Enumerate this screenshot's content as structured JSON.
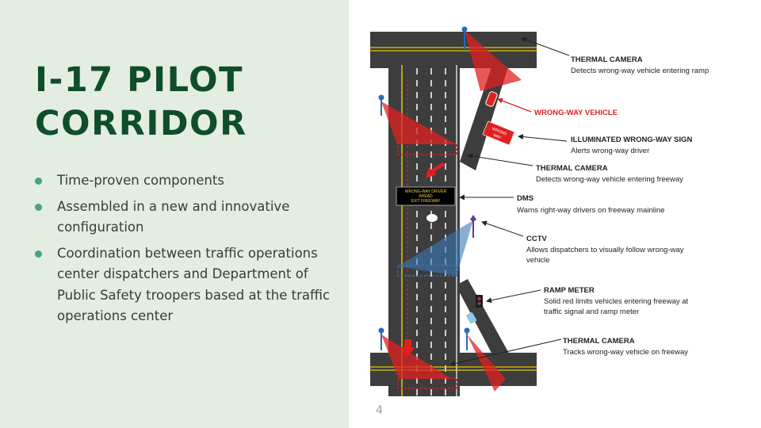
{
  "slide": {
    "title_lines": [
      "I-17 PILOT",
      "CORRIDOR"
    ],
    "bullets": [
      "Time-proven components",
      "Assembled in a new and innovative configuration",
      "Coordination between traffic operations center dispatchers and Department of Public Safety troopers based at the traffic operations center"
    ],
    "page_number": "4"
  },
  "diagram": {
    "labels": [
      {
        "title": "THERMAL CAMERA",
        "desc": [
          "Detects wrong-way vehicle entering ramp"
        ]
      },
      {
        "title": "WRONG-WAY VEHICLE",
        "desc": []
      },
      {
        "title": "ILLUMINATED WRONG-WAY SIGN",
        "desc": [
          "Alerts wrong-way driver"
        ]
      },
      {
        "title": "THERMAL CAMERA",
        "desc": [
          "Detects wrong-way vehicle entering freeway"
        ]
      },
      {
        "title": "DMS",
        "desc": [
          "Warns right-way drivers on freeway mainline"
        ]
      },
      {
        "title": "CCTV",
        "desc": [
          "Allows dispatchers to visually follow wrong-way",
          "vehicle"
        ]
      },
      {
        "title": "RAMP METER",
        "desc": [
          "Solid red limits vehicles entering freeway at",
          "traffic signal and ramp meter"
        ]
      },
      {
        "title": "THERMAL CAMERA",
        "desc": [
          "Tracks wrong-way vehicle on freeway"
        ]
      }
    ],
    "dms_lines": [
      "WRONG-WAY DRIVER",
      "AHEAD",
      "EXIT FREEWAY"
    ],
    "wrong_way_sign_lines": [
      "WRONG",
      "WAY"
    ],
    "colors": {
      "road": "#3d3d3d",
      "red": "#e02020",
      "blue": "#3a78b8",
      "purple": "#6b3a8a",
      "yellow": "#e8c800"
    }
  }
}
